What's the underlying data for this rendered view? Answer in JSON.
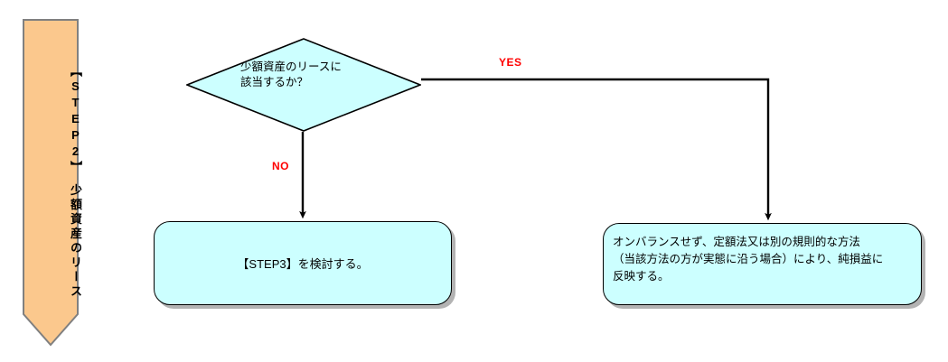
{
  "diagram": {
    "title_banner": {
      "label": "【STEP2】　少額資産のリース",
      "fill_color": "#FBC88D",
      "border_color": "#808080",
      "shape": "down-arrow-pentagon"
    },
    "nodes": [
      {
        "id": "decision",
        "type": "decision-diamond",
        "text": "少額資産のリースに\n該当するか？",
        "fill_color": "#CCFFFF",
        "border_color": "#000000"
      },
      {
        "id": "process-step3",
        "type": "process-rounded-rect",
        "text": "【STEP3】を検討する。",
        "fill_color": "#CCFFFF",
        "border_color": "#000000",
        "shadow_color": "#B3B3B3"
      },
      {
        "id": "process-offbalance",
        "type": "process-rounded-rect",
        "text": "オンバランスせず、定額法又は別の規則的な方法\n（当該方法の方が実態に沿う場合）により、純損益に\n反映する。",
        "fill_color": "#CCFFFF",
        "border_color": "#000000",
        "shadow_color": "#B3B3B3"
      }
    ],
    "connectors": [
      {
        "id": "yes-branch",
        "label": "YES",
        "label_color": "#FF0000",
        "from": "decision",
        "to": "process-offbalance"
      },
      {
        "id": "no-branch",
        "label": "NO",
        "label_color": "#FF0000",
        "from": "decision",
        "to": "process-step3"
      }
    ]
  }
}
